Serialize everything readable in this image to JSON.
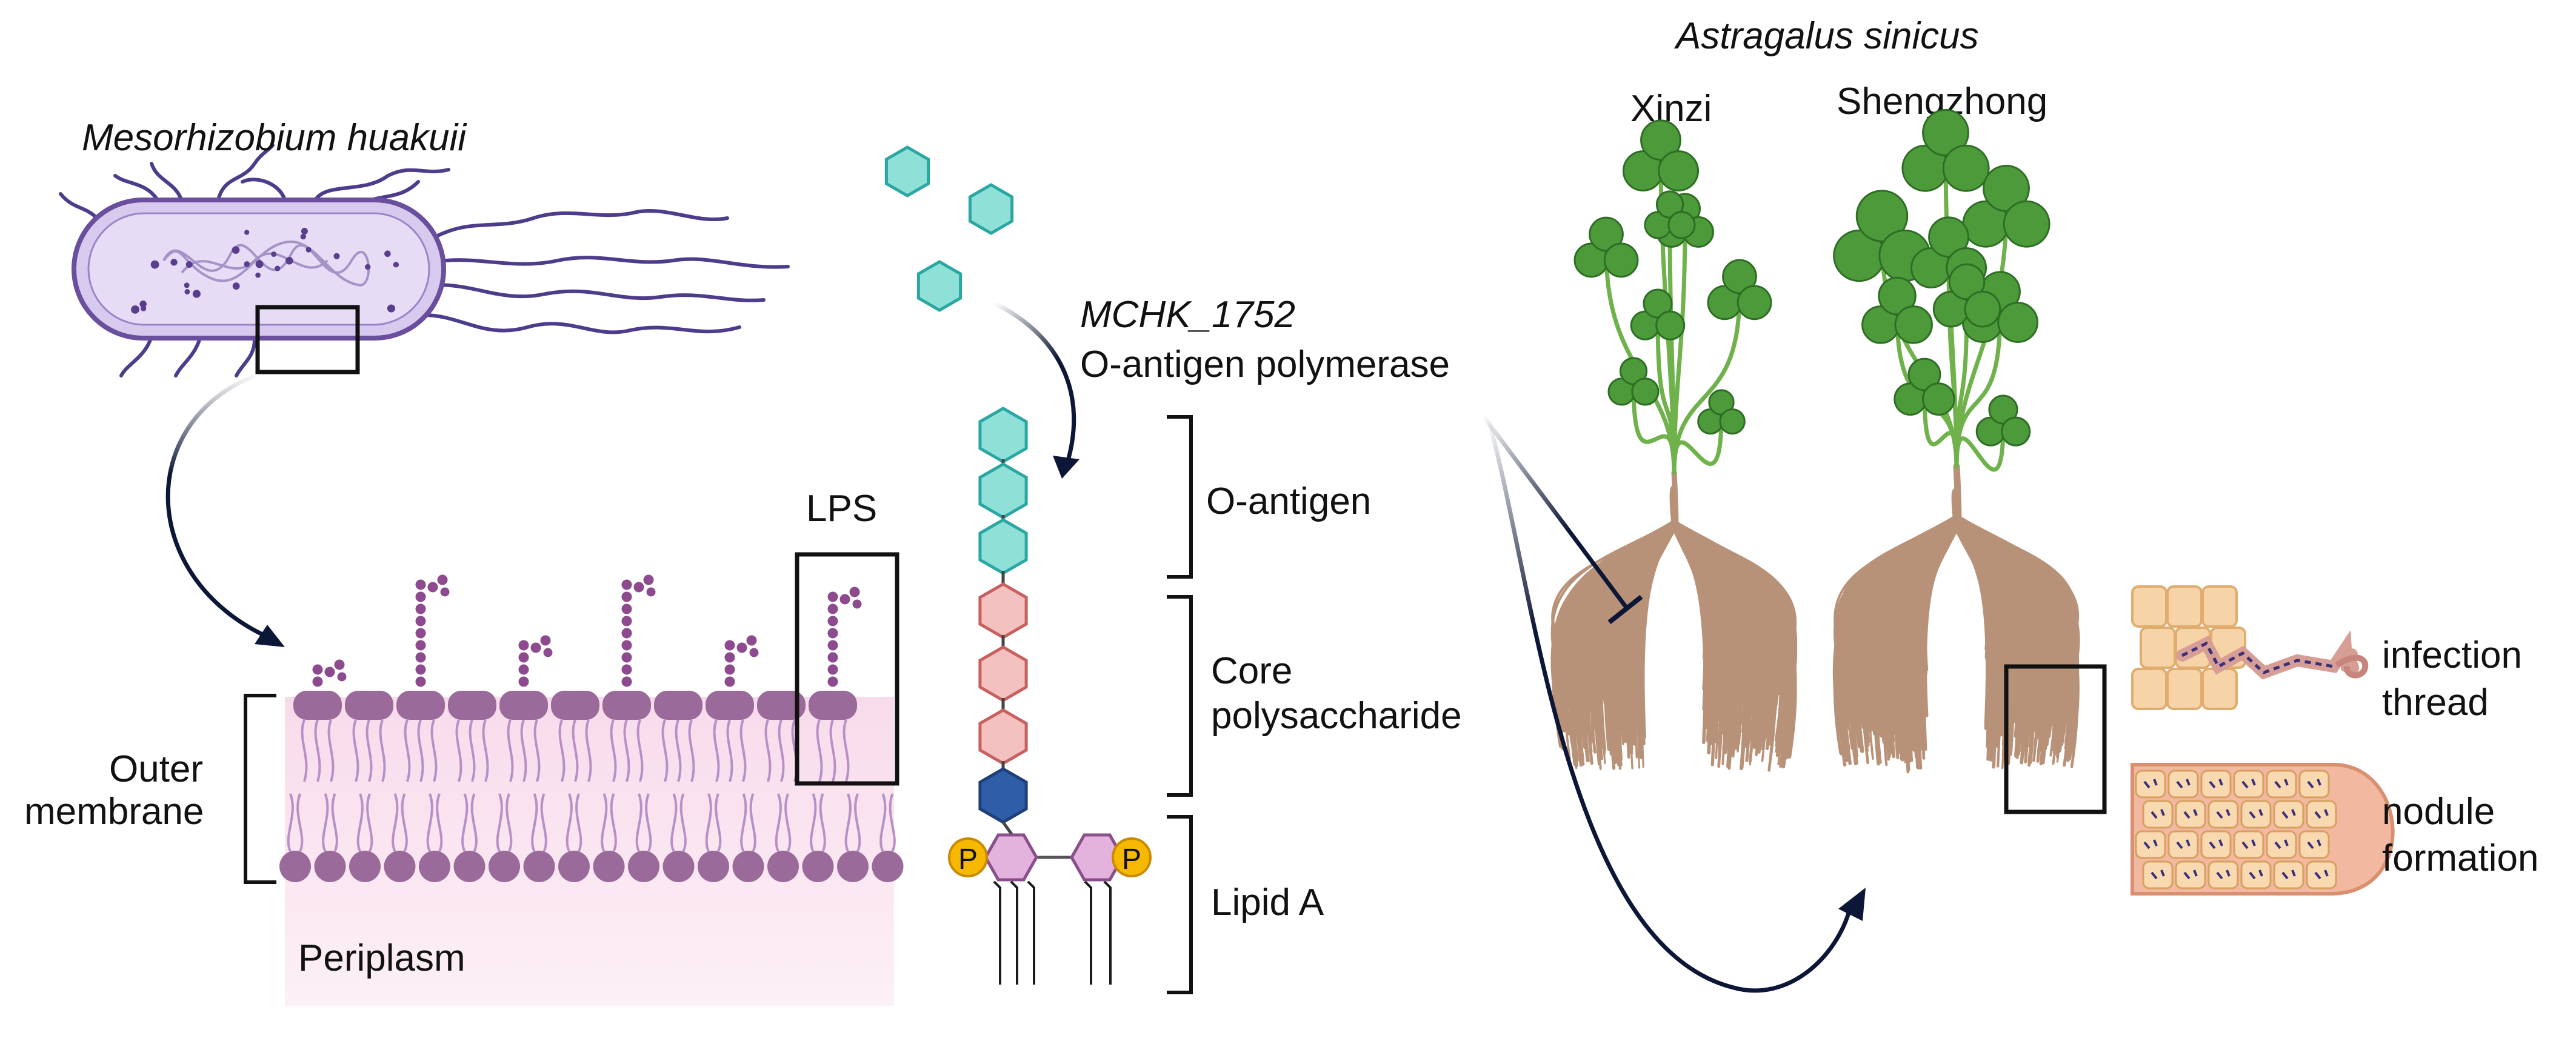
{
  "labels": {
    "bacterium_name": "Mesorhizobium huakuii",
    "lps": "LPS",
    "outer_membrane_1": "Outer",
    "outer_membrane_2": "membrane",
    "periplasm": "Periplasm",
    "gene_name": "MCHK_1752",
    "enzyme_name": "O-antigen polymerase",
    "o_antigen": "O-antigen",
    "core_1": "Core",
    "core_2": "polysaccharide",
    "lipid_a": "Lipid A",
    "phosphate_symbol": "P",
    "plant_species": "Astragalus sinicus",
    "cultivar_left": "Xinzi",
    "cultivar_right": "Shengzhong",
    "infection_1": "infection",
    "infection_2": "thread",
    "nodule_1": "nodule",
    "nodule_2": "formation"
  },
  "colors": {
    "bacterium_fill": "#dcd0ef",
    "bacterium_outline": "#7a5ca8",
    "lipid_purple": "#9a6a9a",
    "periplasm": "#fbeaf3",
    "o_antigen_sugar": "#8fe0d6",
    "core_sugar": "#f2c1c0",
    "kdo_sugar": "#2f5da8",
    "lipid_a_sugar": "#e3b3dd",
    "phosphate": "#f6b800",
    "leaf_green": "#4c9a3a",
    "root_brown": "#b89278",
    "arrow_navy": "#0c1636",
    "cell_tan": "#f6d4a8"
  }
}
